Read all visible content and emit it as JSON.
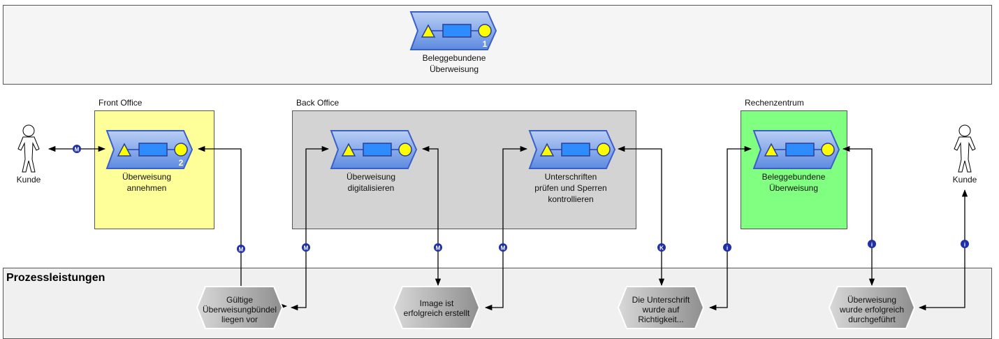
{
  "header": {
    "process": {
      "label": "Beleggebundene\nÜberweisung",
      "number": "1"
    }
  },
  "lanes": [
    {
      "title": "Front Office",
      "color": "#FFFF99",
      "process": {
        "label": "Überweisung\nannehmen",
        "number": "2"
      }
    },
    {
      "title": "Back Office",
      "color": "#D3D3D3",
      "processes": [
        {
          "label": "Überweisung\ndigitalisieren"
        },
        {
          "label": "Unterschriften\nprüfen und Sperren\nkontrollieren"
        }
      ]
    },
    {
      "title": "Rechenzentrum",
      "color": "#80FF80",
      "process": {
        "label": "Beleggebundene\nÜberweisung"
      }
    }
  ],
  "actors": [
    {
      "label": "Kunde"
    },
    {
      "label": "Kunde"
    }
  ],
  "outputs": {
    "title": "Prozessleistungen",
    "items": [
      {
        "label": "Gültige\nÜberweisungbündel\nliegen vor"
      },
      {
        "label": "Image ist\nerfolgreich erstellt"
      },
      {
        "label": "Die Unterschrift\nwurde auf\nRichtigkeit..."
      },
      {
        "label": "Überweisung\nwurde erfolgreich\ndurchgeführt"
      }
    ]
  },
  "badges": {
    "kunde_front": "M",
    "front_output": "M",
    "back1_in": "M",
    "back1_out": "M",
    "back2_in": "M",
    "back2_out": "K",
    "rz_in": "i",
    "rz_out": "i",
    "kunde_out": "i"
  },
  "colors": {
    "process_fill": "#7FA7E8",
    "process_border": "#3A5FC8",
    "triangle": "#FFFF00",
    "circle": "#FFFF00",
    "rect": "#2F8CFF",
    "badge": "#1F2FA8",
    "output_fill": "#B8B8B8",
    "line": "#000000"
  }
}
